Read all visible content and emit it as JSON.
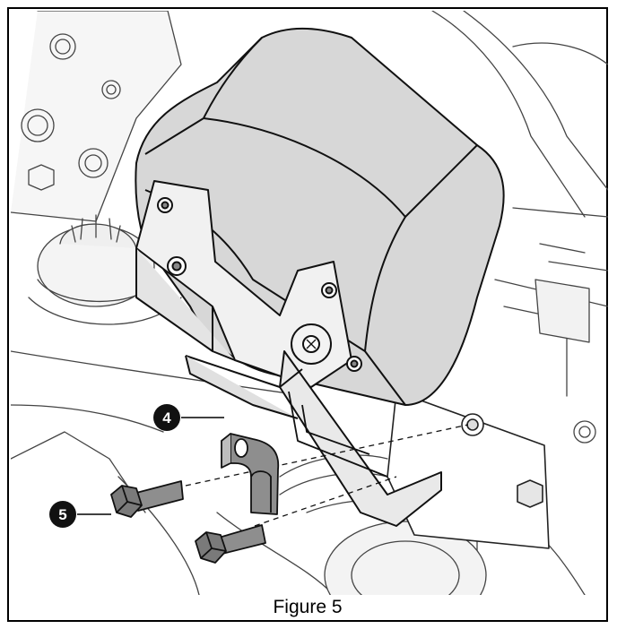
{
  "figure": {
    "caption": "Figure 5",
    "callouts": [
      {
        "number": "4",
        "part": "clamp"
      },
      {
        "number": "5",
        "part": "bolt"
      }
    ]
  }
}
